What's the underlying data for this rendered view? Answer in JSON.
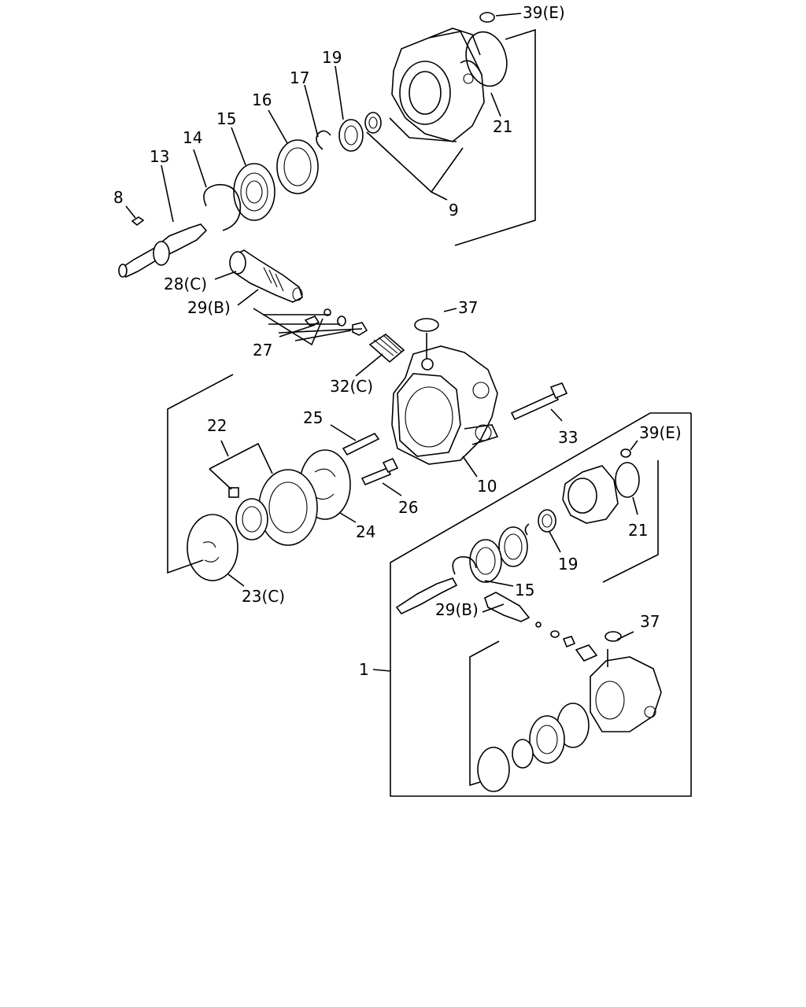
{
  "labels": {
    "p39e_top": "39(E)",
    "p21_top": "21",
    "p9": "9",
    "p19_top": "19",
    "p17": "17",
    "p16": "16",
    "p15_top": "15",
    "p14": "14",
    "p13": "13",
    "p8": "8",
    "p28c": "28(C)",
    "p29b_top": "29(B)",
    "p27": "27",
    "p37_top": "37",
    "p32c": "32(C)",
    "p33": "33",
    "p25": "25",
    "p22": "22",
    "p26": "26",
    "p10": "10",
    "p24": "24",
    "p23c": "23(C)",
    "p39e_low": "39(E)",
    "p21_low": "21",
    "p19_low": "19",
    "p15_low": "15",
    "p29b_low": "29(B)",
    "p37_low": "37",
    "p1": "1"
  }
}
